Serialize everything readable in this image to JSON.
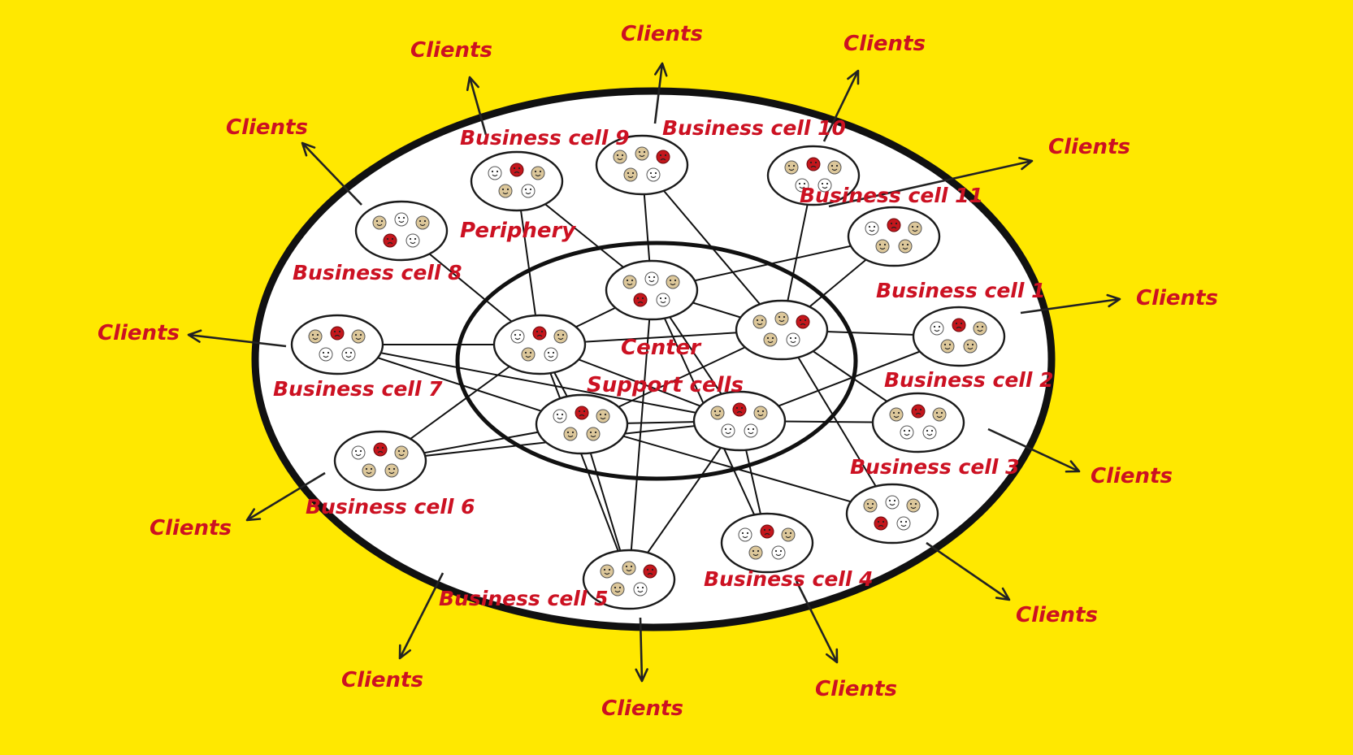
{
  "colors": {
    "background": "#ffe800",
    "label": "#cc1122",
    "line": "#111111",
    "face_neutral": "#dcc79a",
    "face_white": "#ffffff",
    "face_red": "#c4161c"
  },
  "labels": {
    "periphery": "Periphery",
    "center": "Center",
    "support_cells": "Support cells",
    "clients": "Clients",
    "business_cells": [
      "Business cell 1",
      "Business cell 2",
      "Business cell 3",
      "Business cell 4",
      "Business cell 5",
      "Business cell 6",
      "Business cell 7",
      "Business cell 8",
      "Business cell 9",
      "Business cell 10",
      "Business cell 11"
    ]
  },
  "icons": [
    "smiley-face-icon",
    "neutral-face-icon",
    "angry-red-face-icon"
  ]
}
